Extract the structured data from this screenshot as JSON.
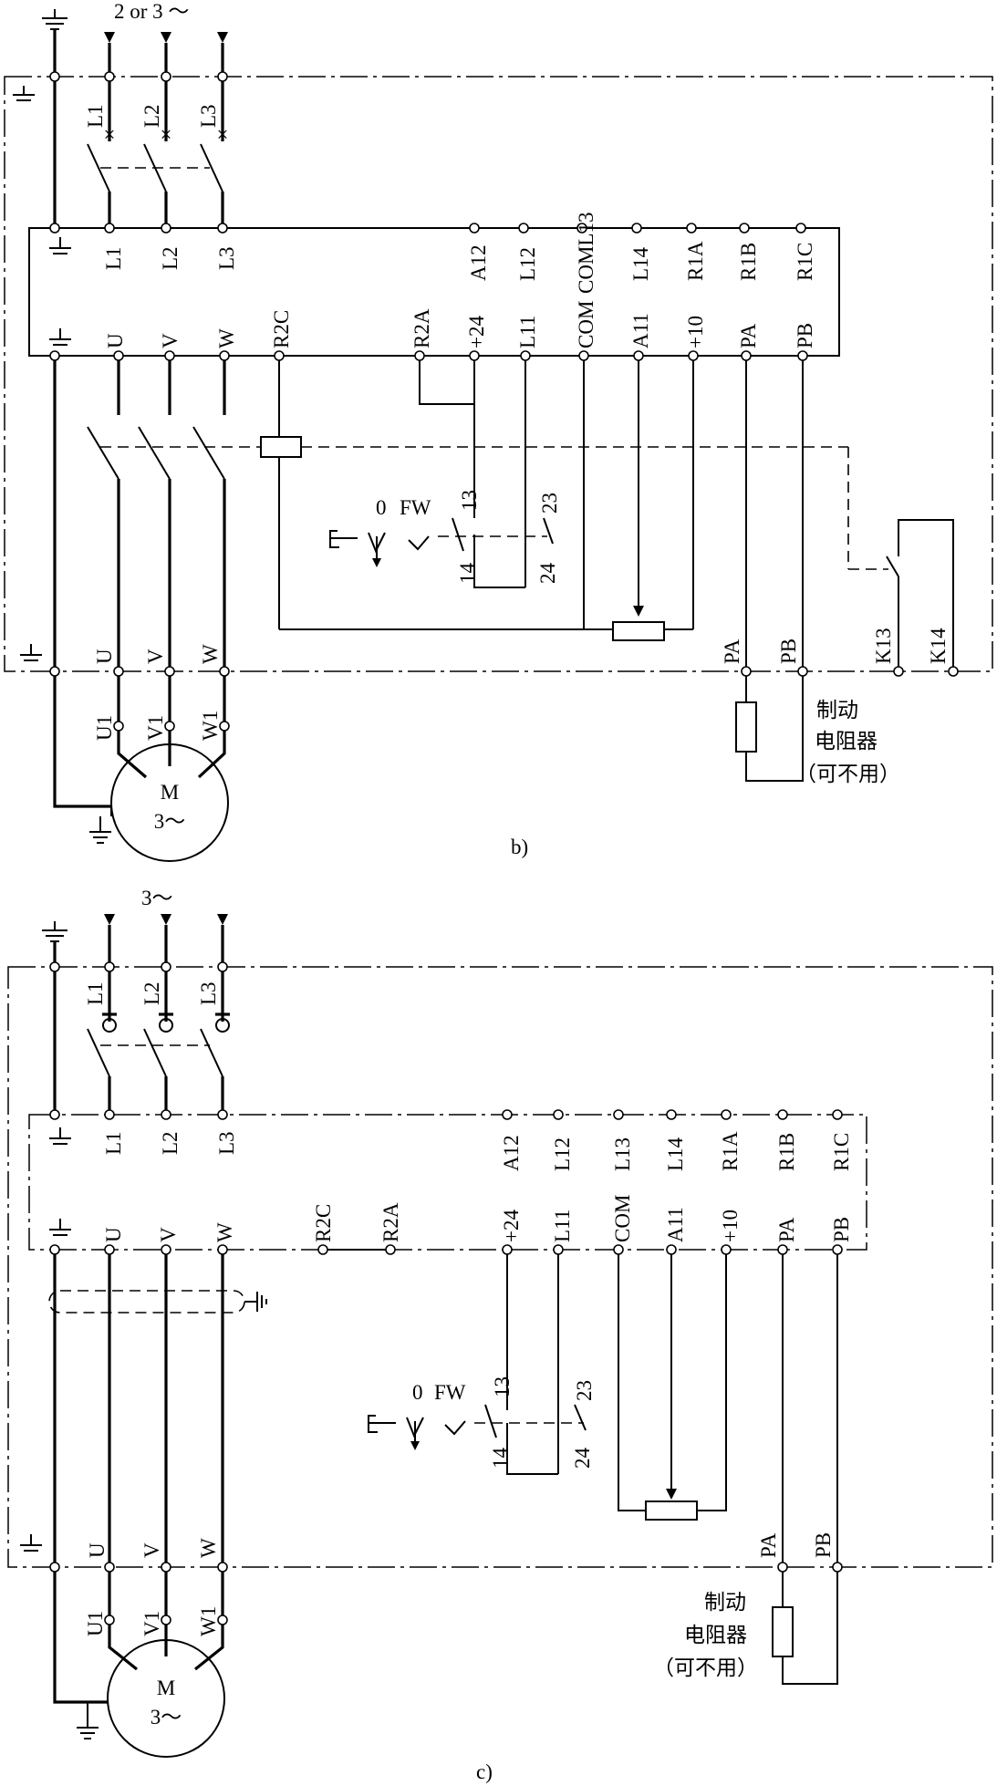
{
  "diagram_b": {
    "supply": "2 or 3 ～",
    "caption": "b)",
    "input_top": [
      "L1",
      "L2",
      "L3"
    ],
    "input_inner": [
      "L1",
      "L2",
      "L3"
    ],
    "upper_row": [
      "A12",
      "L12",
      "COML13",
      "L14",
      "R1A",
      "R1B",
      "R1C"
    ],
    "lower_row": [
      "U",
      "V",
      "W",
      "R2C",
      "R2A",
      "+24",
      "L11",
      "COM",
      "A11",
      "+10",
      "PA",
      "PB"
    ],
    "bottom_row": [
      "U",
      "V",
      "W",
      "PA",
      "PB",
      "K13",
      "K14"
    ],
    "motor_terms": [
      "U1",
      "V1",
      "W1"
    ],
    "motor": {
      "line1": "M",
      "line2": "3～"
    },
    "switch": {
      "pos0": "0",
      "fw": "FW",
      "c13": "13",
      "c14": "14",
      "c23": "23",
      "c24": "24"
    },
    "resistor_note": [
      "制动",
      "电阻器",
      "（可不用）"
    ]
  },
  "diagram_c": {
    "supply": "3～",
    "caption": "c)",
    "input_top": [
      "L1",
      "L2",
      "L3"
    ],
    "input_inner": [
      "L1",
      "L2",
      "L3"
    ],
    "upper_row": [
      "A12",
      "L12",
      "L13",
      "L14",
      "R1A",
      "R1B",
      "R1C"
    ],
    "lower_row": [
      "U",
      "V",
      "W",
      "R2C",
      "R2A",
      "+24",
      "L11",
      "COM",
      "A11",
      "+10",
      "PA",
      "PB"
    ],
    "bottom_row": [
      "U",
      "V",
      "W",
      "PA",
      "PB"
    ],
    "motor_terms": [
      "U1",
      "V1",
      "W1"
    ],
    "motor": {
      "line1": "M",
      "line2": "3～"
    },
    "switch": {
      "pos0": "0",
      "fw": "FW",
      "c13": "13",
      "c14": "14",
      "c23": "23",
      "c24": "24"
    },
    "resistor_note": [
      "制动",
      "电阻器",
      "（可不用）"
    ]
  }
}
